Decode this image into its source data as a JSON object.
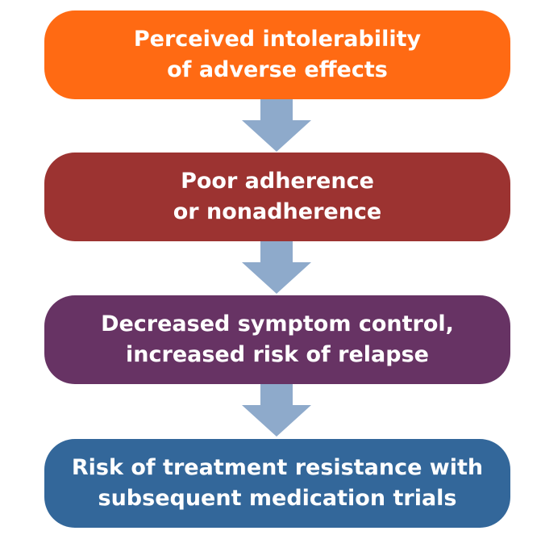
{
  "steps": [
    {
      "lines": [
        "Perceived intolerability",
        "of adverse effects"
      ],
      "color": "#ff6a13"
    },
    {
      "lines": [
        "Poor adherence",
        "or nonadherence"
      ],
      "color": "#9c3331"
    },
    {
      "lines": [
        "Decreased symptom control,",
        "increased risk of relapse"
      ],
      "color": "#673364"
    },
    {
      "lines": [
        "Risk of treatment resistance with",
        "subsequent medication trials"
      ],
      "color": "#33679a"
    }
  ],
  "arrow_color": "#8eaacb",
  "text_color": "#ffffff"
}
